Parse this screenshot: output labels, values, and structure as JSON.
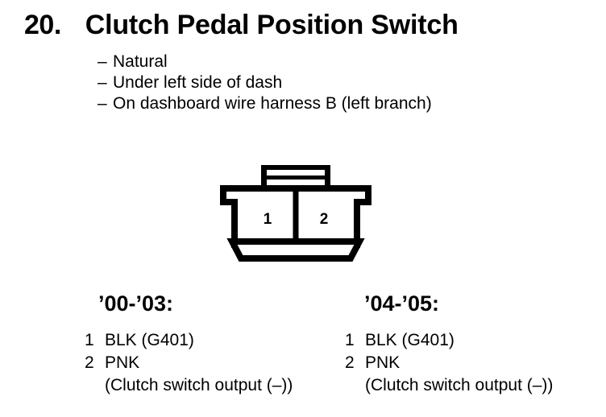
{
  "header": {
    "item_number": "20.",
    "title": "Clutch Pedal Position Switch",
    "bullets": [
      {
        "dash": "–",
        "label": "Natural"
      },
      {
        "dash": "–",
        "label": "Under left side of dash"
      },
      {
        "dash": "–",
        "label": "On dashboard wire harness B (left branch)"
      }
    ]
  },
  "connector": {
    "name": "2-pin connector",
    "pins": [
      {
        "number": "1"
      },
      {
        "number": "2"
      }
    ],
    "stroke_color": "#000000",
    "fill_color": "#ffffff"
  },
  "columns": [
    {
      "heading": "’00-’03:",
      "pins": [
        {
          "index": "1",
          "label": "BLK (G401)"
        },
        {
          "index": "2",
          "label": "PNK"
        }
      ],
      "note": "(Clutch switch output (–))"
    },
    {
      "heading": "’04-’05:",
      "pins": [
        {
          "index": "1",
          "label": "BLK (G401)"
        },
        {
          "index": "2",
          "label": "PNK"
        }
      ],
      "note": "(Clutch switch output (–))"
    }
  ]
}
